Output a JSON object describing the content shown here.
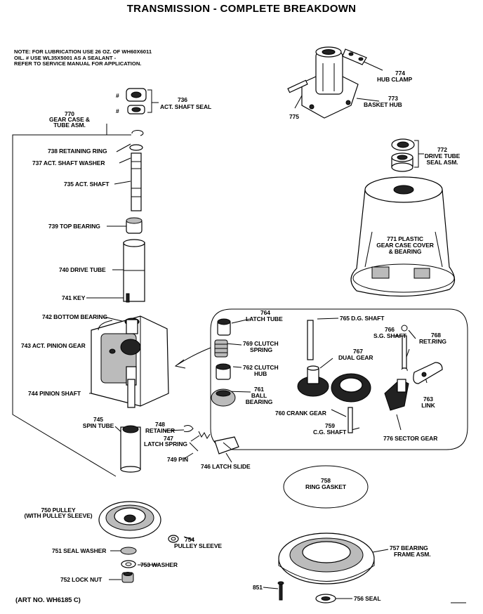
{
  "title": "TRANSMISSION - COMPLETE BREAKDOWN",
  "note": {
    "line1": "NOTE: FOR LUBRICATION USE 26 OZ. OF WH60X6011",
    "line2": "OIL. # USE WL35X5001 AS A SEALANT -",
    "line3": "REFER TO SERVICE MANUAL FOR APPLICATION."
  },
  "art_number": "(ART NO. WH6185 C)",
  "labels": {
    "hash1": "#",
    "hash2": "#",
    "p736": "736",
    "p736_name": "ACT. SHAFT SEAL",
    "p770": "770",
    "p770_name1": "GEAR CASE &",
    "p770_name2": "TUBE ASM.",
    "p738": "738 RETAINING RING",
    "p737": "737  ACT. SHAFT WASHER",
    "p735": "735 ACT. SHAFT",
    "p739": "739 TOP BEARING",
    "p740": "740 DRIVE TUBE",
    "p741": "741 KEY",
    "p742": "742 BOTTOM BEARING",
    "p743": "743 ACT. PINION GEAR",
    "p744": "744 PINION SHAFT",
    "p745": "745",
    "p745_name": "SPIN TUBE",
    "p748": "748",
    "p748_name": "RETAINER",
    "p747": "747",
    "p747_name": "LATCH SPRING",
    "p749": "749 PIN",
    "p746": "746 LATCH SLIDE",
    "p750": "750 PULLEY",
    "p750_name": "(WITH PULLEY SLEEVE)",
    "p754": "754",
    "p754_name": "PULLEY SLEEVE",
    "p751": "751 SEAL WASHER",
    "p753": "753 WASHER",
    "p752": "752 LOCK NUT",
    "p774": "774",
    "p774_name": "HUB CLAMP",
    "p773": "773",
    "p773_name": "BASKET HUB",
    "p775": "775",
    "p772": "772",
    "p772_name1": "DRIVE TUBE",
    "p772_name2": "SEAL ASM.",
    "p771": "771 PLASTIC",
    "p771_name1": "GEAR CASE COVER",
    "p771_name2": "& BEARING",
    "p764": "764",
    "p764_name": "LATCH TUBE",
    "p765": "765 D.G. SHAFT",
    "p769": "769 CLUTCH",
    "p769_name": "SPRING",
    "p762": "762 CLUTCH",
    "p762_name": "HUB",
    "p761": "761",
    "p761_name1": "BALL",
    "p761_name2": "BEARING",
    "p767": "767",
    "p767_name": "DUAL GEAR",
    "p766": "766",
    "p766_name": "S.G. SHAFT",
    "p768": "768",
    "p768_name": "RET.RING",
    "p760": "760 CRANK GEAR",
    "p759": "759",
    "p759_name": "C.G. SHAFT",
    "p763": "763",
    "p763_name": "LINK",
    "p776": "776 SECTOR GEAR",
    "p758": "758",
    "p758_name": "RING GASKET",
    "p757": "757 BEARING",
    "p757_name": "FRAME ASM.",
    "p851": "851",
    "p756": "756 SEAL"
  }
}
